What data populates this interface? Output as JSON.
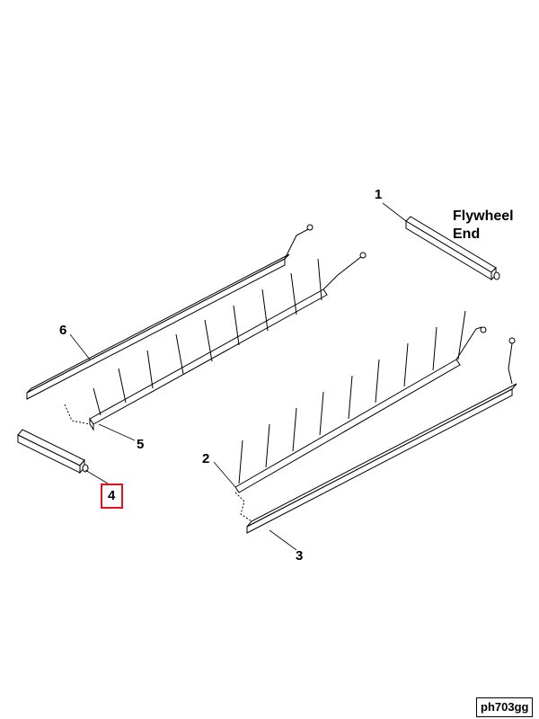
{
  "callouts": [
    {
      "id": "1",
      "label": "1"
    },
    {
      "id": "2",
      "label": "2"
    },
    {
      "id": "3",
      "label": "3"
    },
    {
      "id": "4",
      "label": "4",
      "highlighted": true
    },
    {
      "id": "5",
      "label": "5"
    },
    {
      "id": "6",
      "label": "6"
    }
  ],
  "annotation": {
    "line1": "Flywheel",
    "line2": "End"
  },
  "figure_code": "ph703gg",
  "colors": {
    "highlight": "#e0141e",
    "line": "#000000"
  }
}
